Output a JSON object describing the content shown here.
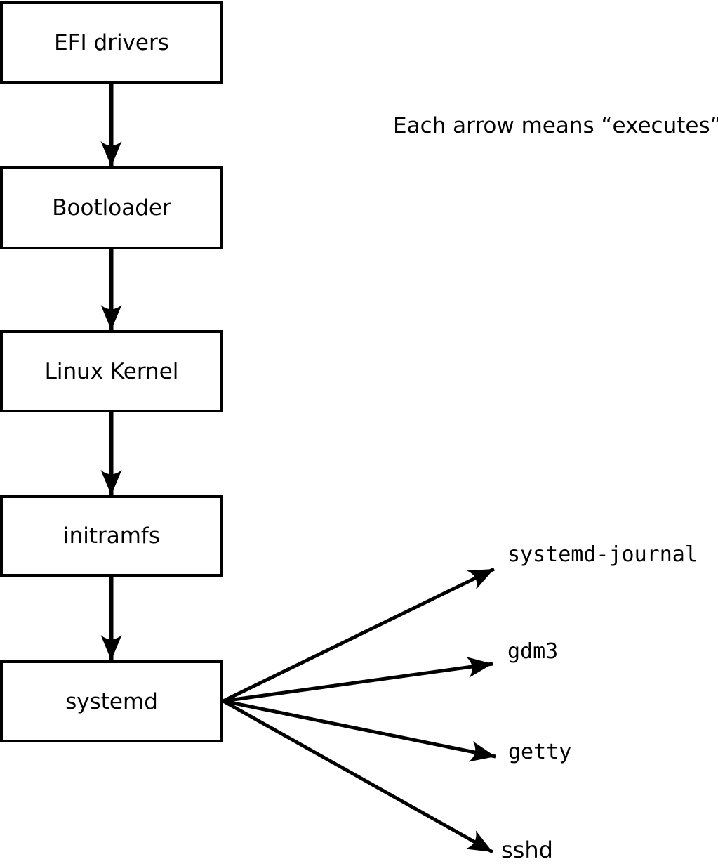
{
  "note": {
    "text": "Each arrow means “executes”."
  },
  "diagram": {
    "chain": [
      {
        "label": "EFI drivers"
      },
      {
        "label": "Bootloader"
      },
      {
        "label": "Linux Kernel"
      },
      {
        "label": "initramfs"
      },
      {
        "label": "systemd"
      }
    ],
    "spawned": [
      {
        "label": "systemd-journal"
      },
      {
        "label": "gdm3"
      },
      {
        "label": "getty"
      },
      {
        "label": "sshd"
      }
    ],
    "edges": [
      {
        "from": "EFI drivers",
        "to": "Bootloader"
      },
      {
        "from": "Bootloader",
        "to": "Linux Kernel"
      },
      {
        "from": "Linux Kernel",
        "to": "initramfs"
      },
      {
        "from": "initramfs",
        "to": "systemd"
      },
      {
        "from": "systemd",
        "to": "systemd-journal"
      },
      {
        "from": "systemd",
        "to": "gdm3"
      },
      {
        "from": "systemd",
        "to": "getty"
      },
      {
        "from": "systemd",
        "to": "sshd"
      }
    ]
  },
  "colors": {
    "line": "#000000",
    "box_border": "#000000",
    "box_fill": "#ffffff",
    "background": "#ffffff",
    "text": "#000000"
  }
}
